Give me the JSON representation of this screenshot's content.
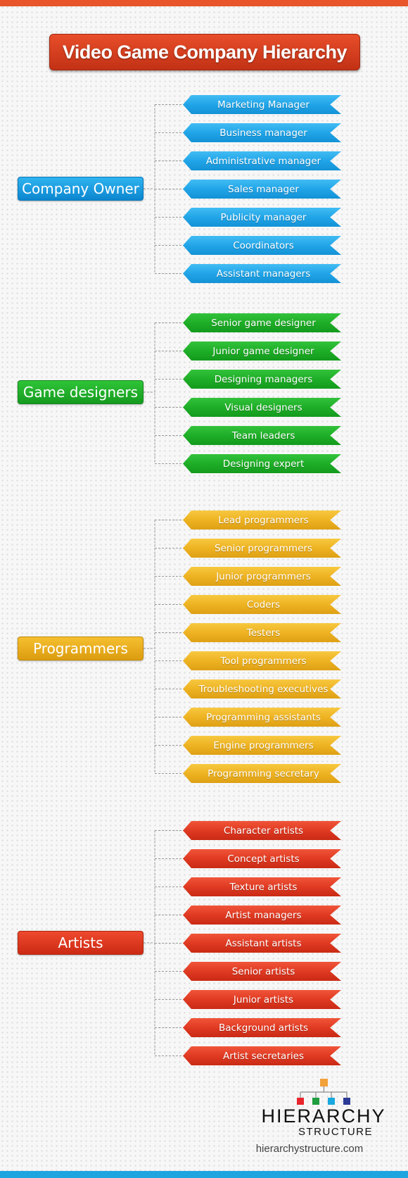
{
  "title": "Video Game Company Hierarchy",
  "sections": [
    {
      "root": "Company Owner",
      "color": "blue",
      "children": [
        "Marketing Manager",
        "Business manager",
        "Administrative manager",
        "Sales manager",
        "Publicity manager",
        "Coordinators",
        "Assistant managers"
      ]
    },
    {
      "root": "Game designers",
      "color": "green",
      "children": [
        "Senior game designer",
        "Junior game designer",
        "Designing managers",
        "Visual designers",
        "Team leaders",
        "Designing expert"
      ]
    },
    {
      "root": "Programmers",
      "color": "orange",
      "children": [
        "Lead programmers",
        "Senior programmers",
        "Junior programmers",
        "Coders",
        "Testers",
        "Tool programmers",
        "Troubleshooting executives",
        "Programming assistants",
        "Engine programmers",
        "Programming secretary"
      ]
    },
    {
      "root": "Artists",
      "color": "red",
      "children": [
        "Character artists",
        "Concept artists",
        "Texture artists",
        "Artist managers",
        "Assistant artists",
        "Senior artists",
        "Junior artists",
        "Background artists",
        "Artist secretaries"
      ]
    }
  ],
  "logo": {
    "name": "HIERARCHY",
    "subtitle": "STRUCTURE",
    "url": "hierarchystructure.com",
    "colors": [
      "#f3a13a",
      "#e8252c",
      "#1f9d3f",
      "#19a8e0",
      "#2b3a97"
    ]
  },
  "accent_colors": {
    "top_bar": "#e8552b",
    "bottom_bar": "#1ea5df",
    "blue": "#1ea0e6",
    "green": "#1eae27",
    "orange": "#eeb322",
    "red": "#e03a22"
  }
}
